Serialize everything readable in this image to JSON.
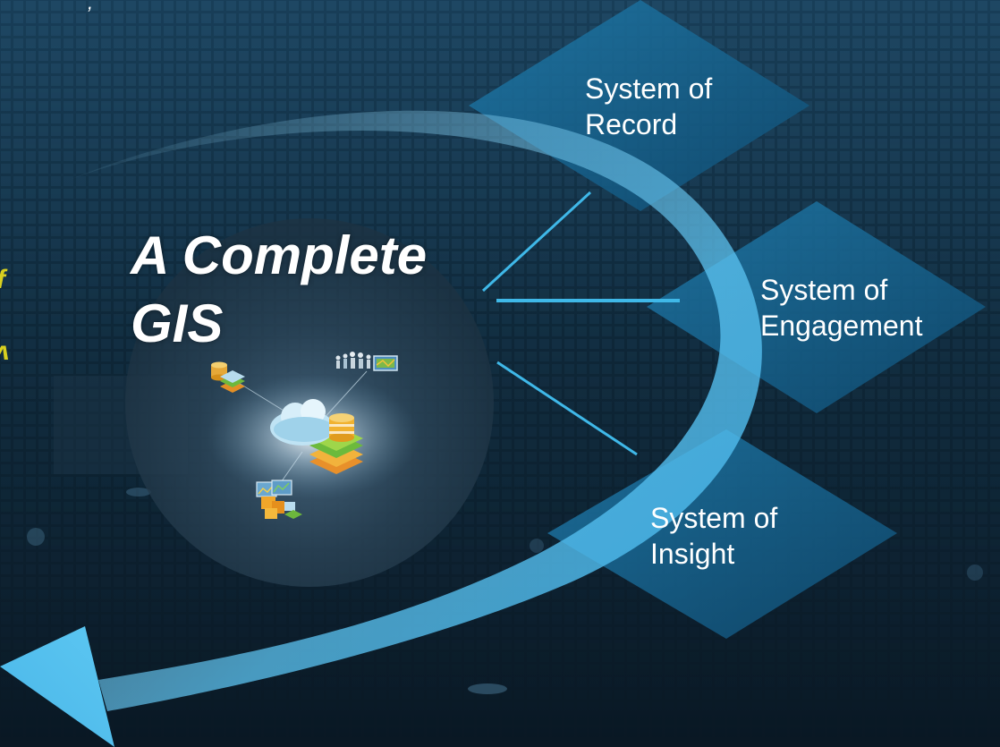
{
  "title": {
    "line1": "A Complete",
    "line2": "GIS"
  },
  "systems": [
    {
      "line1": "System of",
      "line2": "Record"
    },
    {
      "line1": "System of",
      "line2": "Engagement"
    },
    {
      "line1": "System of",
      "line2": "Insight"
    }
  ],
  "icons": {
    "center": "cloud-database-layers-icon",
    "top_left": "database-layers-icon",
    "top_right": "people-map-icon",
    "bottom_left": "analytics-boxes-icon"
  },
  "colors": {
    "background": "#0c1c2c",
    "arrow": "#4fc0f0",
    "diamond": "#1a6a9a",
    "connector": "#3fb8e8",
    "text": "#ffffff",
    "accent": "#d8d020"
  }
}
